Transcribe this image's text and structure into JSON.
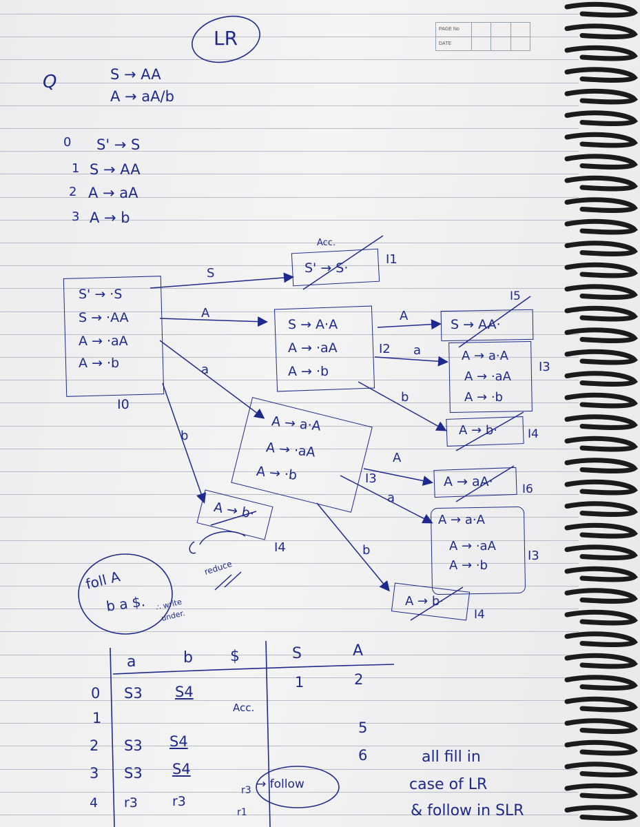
{
  "heading": "LR",
  "stamp": {
    "page_label": "PAGE No",
    "date_label": "DATE"
  },
  "question_mark": "Q",
  "grammar": [
    "S → AA",
    "A → aA/b"
  ],
  "productions": [
    {
      "num": "0",
      "rule": "S' → S"
    },
    {
      "num": "1",
      "rule": "S → AA"
    },
    {
      "num": "2",
      "rule": "A → aA"
    },
    {
      "num": "3",
      "rule": "A → b"
    }
  ],
  "states": {
    "I0": {
      "label": "I0",
      "items": [
        "S' → ·S",
        "S → ·AA",
        "A → ·aA",
        "A → ·b"
      ]
    },
    "I1": {
      "label": "I1",
      "items": [
        "S' → S·"
      ],
      "note": "Acc."
    },
    "I2": {
      "label": "I2",
      "items": [
        "S → A·A",
        "A → ·aA",
        "A → ·b"
      ]
    },
    "I3": {
      "label": "I3",
      "items": [
        "A → a·A",
        "A → ·aA",
        "A → ·b"
      ]
    },
    "I4": {
      "label": "I4",
      "items": [
        "A → b·"
      ]
    },
    "I5": {
      "label": "I5",
      "items": [
        "S → AA·"
      ]
    },
    "I6": {
      "label": "I6",
      "items": [
        "A → aA·"
      ]
    }
  },
  "transitions": [
    "S",
    "A",
    "a",
    "b",
    "A",
    "a",
    "b",
    "A",
    "a",
    "b"
  ],
  "notes": {
    "follow": [
      "foll A",
      "b a $."
    ],
    "write_under": [
      "∴ write",
      "under."
    ],
    "reduce": "reduce",
    "follow_tag": "→ follow",
    "right_note": [
      "all fill in",
      "case of LR",
      "& follow in SLR"
    ]
  },
  "table": {
    "columns": [
      "a",
      "b",
      "$",
      "S",
      "A"
    ],
    "rows": [
      {
        "state": "0",
        "cells": [
          "S3",
          "S4",
          "",
          "1",
          "2"
        ]
      },
      {
        "state": "1",
        "cells": [
          "",
          "",
          "Acc.",
          "",
          ""
        ]
      },
      {
        "state": "2",
        "cells": [
          "S3",
          "S4",
          "",
          "",
          "5"
        ]
      },
      {
        "state": "3",
        "cells": [
          "S3",
          "S4",
          "",
          "",
          "6"
        ]
      },
      {
        "state": "4",
        "cells": [
          "r3",
          "r3",
          "r3",
          "",
          ""
        ]
      }
    ],
    "r1_mark": "r1"
  }
}
